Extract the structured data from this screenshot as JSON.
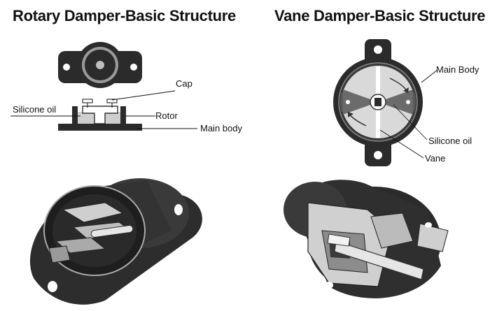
{
  "titles": {
    "rotary": "Rotary Damper-Basic Structure",
    "vane": "Vane Damper-Basic Structure"
  },
  "rotary_labels": {
    "cap": "Cap",
    "silicone_oil": "Silicone oil",
    "rotor": "Rotor",
    "main_body": "Main body"
  },
  "vane_labels": {
    "main_body": "Main Body",
    "silicone_oil": "Silicone oil",
    "vane": "Vane"
  },
  "colors": {
    "dark": "#2b2b2b",
    "mid": "#7a7a7a",
    "light": "#cfcfcf",
    "outline": "#111111"
  }
}
